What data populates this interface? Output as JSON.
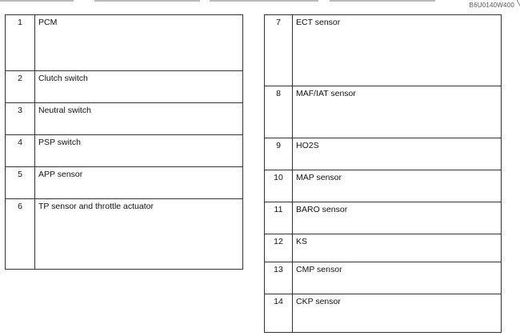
{
  "header": {
    "ref_code": "B6U0140W400"
  },
  "legend_left": [
    {
      "num": "1",
      "label": "PCM"
    },
    {
      "num": "2",
      "label": "Clutch switch"
    },
    {
      "num": "3",
      "label": "Neutral switch"
    },
    {
      "num": "4",
      "label": "PSP switch"
    },
    {
      "num": "5",
      "label": "APP sensor"
    },
    {
      "num": "6",
      "label": "TP sensor and throttle actuator"
    }
  ],
  "legend_right": [
    {
      "num": "7",
      "label": "ECT sensor"
    },
    {
      "num": "8",
      "label": "MAF/IAT sensor"
    },
    {
      "num": "9",
      "label": "HO2S"
    },
    {
      "num": "10",
      "label": "MAP sensor"
    },
    {
      "num": "11",
      "label": "BARO sensor"
    },
    {
      "num": "12",
      "label": "KS"
    },
    {
      "num": "13",
      "label": "CMP sensor"
    },
    {
      "num": "14",
      "label": "CKP sensor"
    }
  ]
}
